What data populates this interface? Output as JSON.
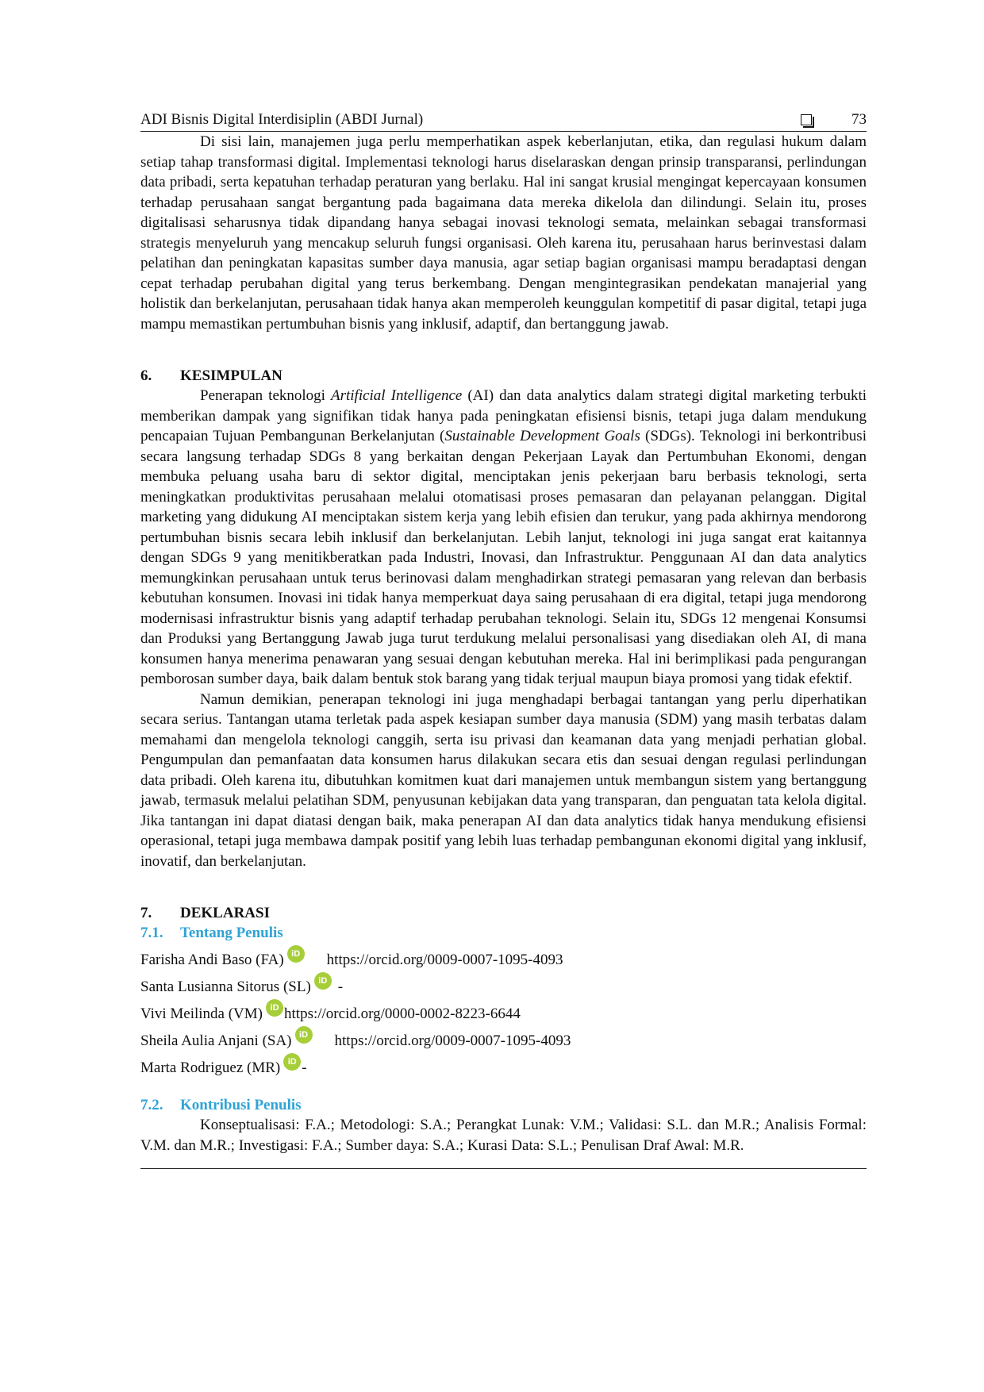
{
  "header": {
    "journal_title": "ADI Bisnis Digital Interdisiplin (ABDI Jurnal)",
    "page_number": "73"
  },
  "paragraphs": {
    "intro": "Di sisi lain, manajemen juga perlu memperhatikan aspek keberlanjutan, etika, dan regulasi hukum dalam setiap tahap transformasi digital. Implementasi teknologi harus diselaraskan dengan prinsip transparansi, perlindungan data pribadi, serta kepatuhan terhadap peraturan yang berlaku. Hal ini sangat krusial mengingat kepercayaan konsumen terhadap perusahaan sangat bergantung pada bagaimana data mereka dikelola dan dilindungi. Selain itu, proses digitalisasi seharusnya tidak dipandang hanya sebagai inovasi teknologi semata, melainkan sebagai transformasi strategis menyeluruh yang mencakup seluruh fungsi organisasi. Oleh karena itu, perusahaan harus berinvestasi dalam pelatihan dan peningkatan kapasitas sumber daya manusia, agar setiap bagian organisasi mampu beradaptasi dengan cepat terhadap perubahan digital yang terus berkembang. Dengan mengintegrasikan pendekatan manajerial yang holistik dan berkelanjutan, perusahaan tidak hanya akan memperoleh keunggulan kompetitif di pasar digital, tetapi juga mampu memastikan pertumbuhan bisnis yang inklusif, adaptif, dan bertanggung jawab."
  },
  "section6": {
    "number": "6.",
    "title": "KESIMPULAN",
    "p1": {
      "a": "Penerapan teknologi ",
      "ai_italic": "Artificial Intelligence",
      "b": " (AI) dan data analytics dalam strategi digital marketing terbukti memberikan dampak yang signifikan tidak hanya pada peningkatan efisiensi bisnis, tetapi juga dalam mendukung pencapaian Tujuan Pembangunan Berkelanjutan (",
      "sdg_italic": "Sustainable Development Goals",
      "c": " (SDGs). Teknologi ini berkontribusi secara langsung terhadap SDGs 8 yang berkaitan dengan Pekerjaan Layak dan Pertumbuhan Ekonomi, dengan membuka peluang usaha baru di sektor digital, menciptakan jenis pekerjaan baru berbasis teknologi, serta meningkatkan produktivitas perusahaan melalui otomatisasi proses pemasaran dan pelayanan pelanggan. Digital marketing yang didukung AI menciptakan sistem kerja yang lebih efisien dan terukur, yang pada akhirnya mendorong pertumbuhan bisnis secara lebih inklusif dan berkelanjutan. Lebih lanjut, teknologi ini juga sangat erat kaitannya dengan SDGs 9 yang menitikberatkan pada Industri, Inovasi, dan Infrastruktur. Penggunaan AI dan data analytics memungkinkan perusahaan untuk terus berinovasi dalam menghadirkan strategi pemasaran yang relevan dan berbasis kebutuhan konsumen. Inovasi ini tidak hanya memperkuat daya saing perusahaan di era digital, tetapi juga mendorong modernisasi infrastruktur bisnis yang adaptif terhadap perubahan teknologi. Selain itu, SDGs 12 mengenai Konsumsi dan Produksi yang Bertanggung Jawab juga turut terdukung melalui personalisasi yang disediakan oleh AI, di mana konsumen hanya menerima penawaran yang sesuai dengan kebutuhan mereka. Hal ini berimplikasi pada pengurangan pemborosan sumber daya, baik dalam bentuk stok barang yang tidak terjual maupun biaya promosi yang tidak efektif."
    },
    "p2": "Namun demikian, penerapan teknologi ini juga menghadapi berbagai tantangan yang perlu diperhatikan secara serius. Tantangan utama terletak pada aspek kesiapan sumber daya manusia (SDM) yang masih terbatas dalam memahami dan mengelola teknologi canggih, serta isu privasi dan keamanan data yang menjadi perhatian global. Pengumpulan dan pemanfaatan data konsumen harus dilakukan secara etis dan sesuai dengan regulasi perlindungan data pribadi. Oleh karena itu, dibutuhkan komitmen kuat dari manajemen untuk membangun sistem yang bertanggung jawab, termasuk melalui pelatihan SDM, penyusunan kebijakan data yang transparan, dan penguatan tata kelola digital. Jika tantangan ini dapat diatasi dengan baik, maka penerapan AI dan data analytics tidak hanya mendukung efisiensi operasional, tetapi juga membawa dampak positif yang lebih luas terhadap pembangunan ekonomi digital yang inklusif, inovatif, dan berkelanjutan."
  },
  "section7": {
    "number": "7.",
    "title": "DEKLARASI",
    "sub1": {
      "number": "7.1.",
      "title": "Tentang Penulis"
    },
    "authors": [
      {
        "name": "Farisha Andi Baso (FA)",
        "icon_label": "iD",
        "orcid": "https://orcid.org/0009-0007-1095-4093"
      },
      {
        "name": "Santa Lusianna Sitorus (SL)",
        "icon_label": "iD",
        "orcid": "-"
      },
      {
        "name": "Vivi Meilinda (VM)",
        "icon_label": "iD",
        "orcid": "https://orcid.org/0000-0002-8223-6644"
      },
      {
        "name": "Sheila Aulia Anjani (SA)",
        "icon_label": "iD",
        "orcid": "https://orcid.org/0009-0007-1095-4093"
      },
      {
        "name": "Marta Rodriguez (MR)",
        "icon_label": "iD",
        "orcid": "-"
      }
    ],
    "sub2": {
      "number": "7.2.",
      "title": "Kontribusi Penulis"
    },
    "contribution": "Konseptualisasi: F.A.; Metodologi: S.A.; Perangkat Lunak: V.M.; Validasi: S.L. dan M.R.; Analisis Formal: V.M. dan M.R.; Investigasi: F.A.; Sumber daya: S.A.; Kurasi Data: S.L.; Penulisan Draf Awal: M.R."
  },
  "colors": {
    "subheading": "#2fa3d6",
    "orcid": "#a6ce39",
    "text": "#111111"
  },
  "icons": {
    "header_box": "square-icon",
    "orcid": "orcid-icon"
  }
}
